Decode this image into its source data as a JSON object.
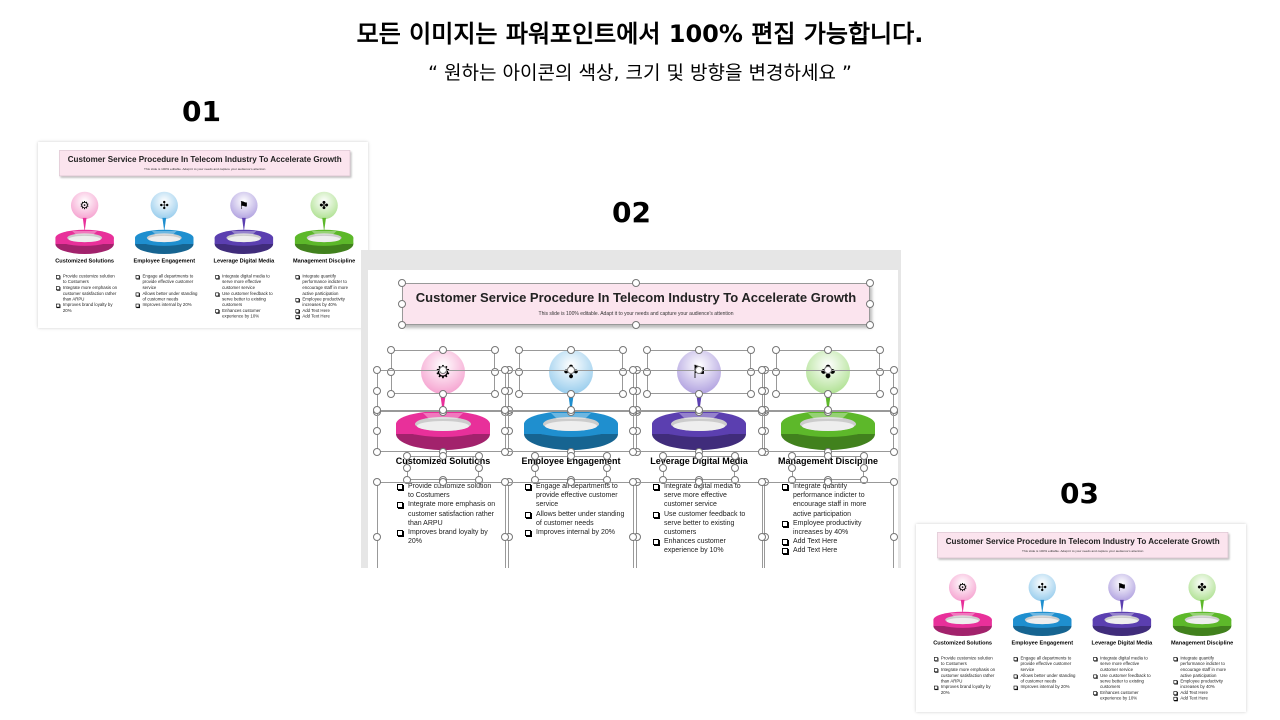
{
  "header": {
    "title": "모든 이미지는 파워포인트에서 100% 편집 가능합니다.",
    "subtitle": "“ 원하는 아이콘의 색상, 크기 및 방향을 변경하세요 ”"
  },
  "variants": [
    {
      "label": "01"
    },
    {
      "label": "02"
    },
    {
      "label": "03"
    }
  ],
  "slide": {
    "title": "Customer Service Procedure In Telecom Industry To Accelerate Growth",
    "subtitle": "This slide is 100% editable. Adapt it to your needs and capture your audience's attention",
    "columns": [
      {
        "heading": "Customized Solutions",
        "color": "#e8309a",
        "light": "#f6a9d3",
        "icon": "brain-gear-icon",
        "glyph": "⚙",
        "bullets": [
          "Provide customize solution to Costumers",
          "Integrate more emphasis on customer satisfaction rather than ARPU",
          "Improves brand loyalty by 20%"
        ]
      },
      {
        "heading": "Employee Engagement",
        "color": "#1f8fcf",
        "light": "#9fd0ee",
        "icon": "network-icon",
        "glyph": "✣",
        "bullets": [
          "Engage all departments to provide effective customer service",
          "Allows better under standing of customer needs",
          "Improves internal by 20%"
        ]
      },
      {
        "heading": "Leverage Digital Media",
        "color": "#5b3fb0",
        "light": "#b6a8e2",
        "icon": "presenter-icon",
        "glyph": "⚑",
        "bullets": [
          "Integrate digital media to serve more effective customer service",
          "Use customer feedback to serve better to existing customers",
          "Enhances customer experience by 10%"
        ]
      },
      {
        "heading": "Management Discipline",
        "color": "#5db82a",
        "light": "#b5e39a",
        "icon": "team-icon",
        "glyph": "✤",
        "bullets": [
          "Integrate quantify performance indicter to encourage staff in more active participation",
          "Employee productivity increases by 40%",
          "Add Text Here",
          "Add Text Here"
        ]
      }
    ]
  }
}
